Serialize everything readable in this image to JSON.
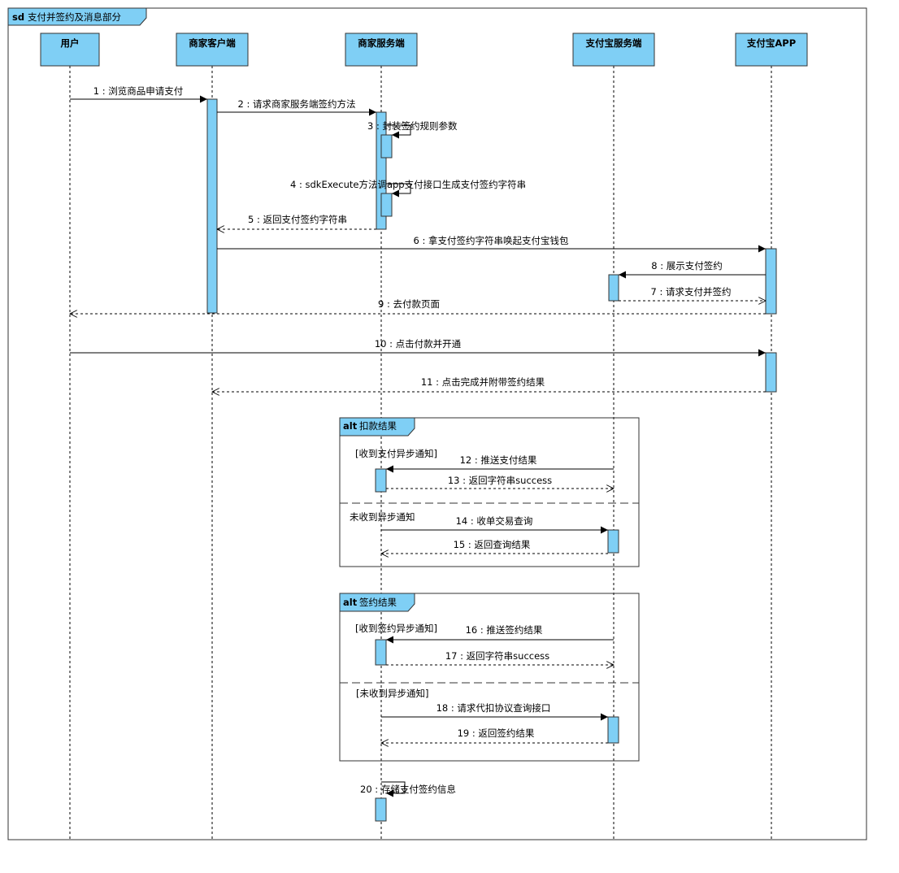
{
  "frame": {
    "keyword": "sd",
    "title": "支付并签约及消息部分"
  },
  "colors": {
    "box": "#7fcff5",
    "stroke": "#333333",
    "line": "#000000"
  },
  "lifelines": [
    {
      "id": "user",
      "label": "用户"
    },
    {
      "id": "client",
      "label": "商家客户端"
    },
    {
      "id": "server",
      "label": "商家服务端"
    },
    {
      "id": "alipay_server",
      "label": "支付宝服务端"
    },
    {
      "id": "alipay_app",
      "label": "支付宝APP"
    }
  ],
  "messages": [
    {
      "label": "1 : 浏览商品申请支付"
    },
    {
      "label": "2 : 请求商家服务端签约方法"
    },
    {
      "label": "3 : 封装签约规则参数"
    },
    {
      "label": "4 : sdkExecute方法调app支付接口生成支付签约字符串"
    },
    {
      "label": "5 : 返回支付签约字符串"
    },
    {
      "label": "6 : 拿支付签约字符串唤起支付宝钱包"
    },
    {
      "label": "8 : 展示支付签约"
    },
    {
      "label": "7 : 请求支付并签约"
    },
    {
      "label": "9 : 去付款页面"
    },
    {
      "label": "10 : 点击付款并开通"
    },
    {
      "label": "11 : 点击完成并附带签约结果"
    },
    {
      "label": "12 : 推送支付结果"
    },
    {
      "label": "13 : 返回字符串success"
    },
    {
      "label": "14 : 收单交易查询"
    },
    {
      "label": "15 : 返回查询结果"
    },
    {
      "label": "16 : 推送签约结果"
    },
    {
      "label": "17 : 返回字符串success"
    },
    {
      "label": "18 : 请求代扣协议查询接口"
    },
    {
      "label": "19 : 返回签约结果"
    },
    {
      "label": "20 : 存储支付签约信息"
    }
  ],
  "fragments": [
    {
      "keyword": "alt",
      "title": "扣款结果",
      "guards": [
        "[收到支付异步通知]",
        "未收到异步通知"
      ]
    },
    {
      "keyword": "alt",
      "title": "签约结果",
      "guards": [
        "[收到签约异步通知]",
        "[未收到异步通知]"
      ]
    }
  ]
}
